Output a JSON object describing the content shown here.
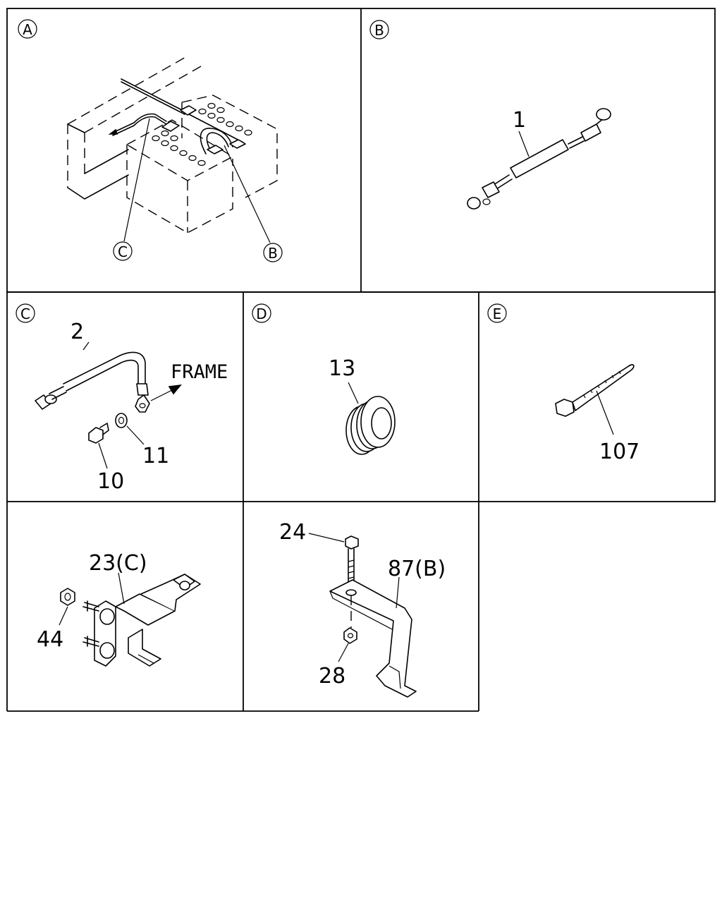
{
  "panels": [
    {
      "id": "A",
      "label": "A",
      "callouts": [
        {
          "id": "C",
          "text": "C"
        },
        {
          "id": "B",
          "text": "B"
        }
      ]
    },
    {
      "id": "B",
      "label": "B",
      "parts": [
        "1"
      ]
    },
    {
      "id": "C",
      "label": "C",
      "parts": [
        "2",
        "11",
        "10"
      ],
      "frame_text": "FRAME"
    },
    {
      "id": "D",
      "label": "D",
      "parts": [
        "13"
      ]
    },
    {
      "id": "E",
      "label": "E",
      "parts": [
        "107"
      ]
    },
    {
      "id": "F",
      "parts": [
        "23(C)",
        "44"
      ]
    },
    {
      "id": "G",
      "parts": [
        "24",
        "87(B)",
        "28"
      ]
    }
  ]
}
